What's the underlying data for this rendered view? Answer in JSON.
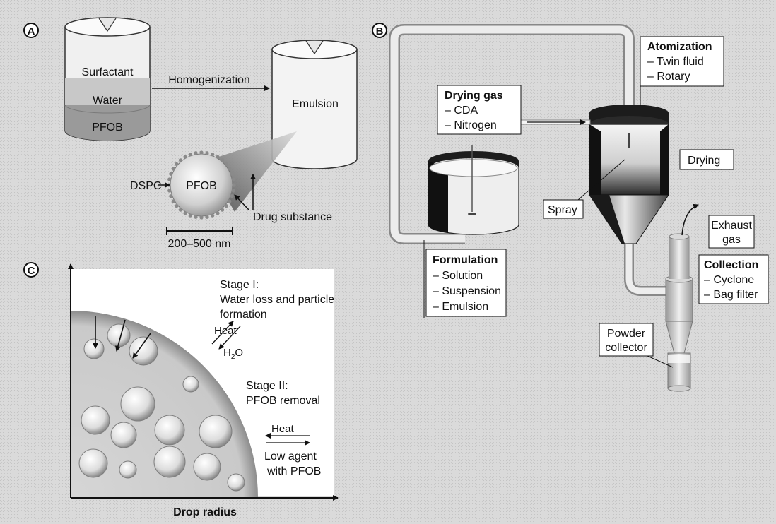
{
  "panelA": {
    "letter": "A",
    "beaker1": {
      "top": "Surfactant",
      "middle": "Water",
      "bottom": "PFOB"
    },
    "arrow_label": "Homogenization",
    "beaker2": {
      "label": "Emulsion"
    },
    "particle": {
      "core": "PFOB",
      "shell_label": "DSPC",
      "drug_label": "Drug substance"
    },
    "scale_label": "200–500 nm"
  },
  "panelB": {
    "letter": "B",
    "atomization": {
      "title": "Atomization",
      "items": [
        "– Twin fluid",
        "– Rotary"
      ]
    },
    "drying_gas": {
      "title": "Drying gas",
      "items": [
        "– CDA",
        "– Nitrogen"
      ]
    },
    "drying": "Drying",
    "spray": "Spray",
    "exhaust": [
      "Exhaust",
      "gas"
    ],
    "formulation": {
      "title": "Formulation",
      "items": [
        "– Solution",
        "– Suspension",
        "– Emulsion"
      ]
    },
    "collection": {
      "title": "Collection",
      "items": [
        "– Cyclone",
        "– Bag filter"
      ]
    },
    "powder_collector": [
      "Powder",
      "collector"
    ]
  },
  "panelC": {
    "letter": "C",
    "stage1": [
      "Stage I:",
      "Water loss and particle",
      "formation"
    ],
    "heat1": "Heat",
    "h2o": "H",
    "h2o_sub": "2",
    "h2o_tail": "O",
    "stage2": [
      "Stage II:",
      "PFOB removal"
    ],
    "heat2": "Heat",
    "low_agent": [
      "Low agent",
      "with PFOB"
    ],
    "xlabel": "Drop radius"
  },
  "colors": {
    "background": "#dcdcdc",
    "pfob_layer": "#9a9a9a",
    "panel_c_bg": "#ffffff",
    "dark_metal": "#1c1c1c"
  }
}
